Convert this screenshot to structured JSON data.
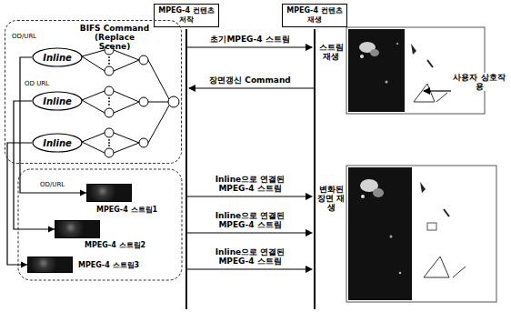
{
  "diagram": {
    "nodes": [
      {
        "text": [
          "MPEG-4 컨텐츠 저작"
        ]
      },
      {
        "text": [
          "MPEG-4 컨텐츠 재생"
        ]
      },
      {
        "text": [
          "BIFS Command (Replace Scene)"
        ]
      },
      {
        "text": [
          "Inline"
        ],
        "in": 2
      },
      {
        "text": [
          "Inline"
        ],
        "in": 2
      },
      {
        "text": [
          "Inline"
        ],
        "in": 2
      },
      {
        "text": [
          "MPEG-4 스트림1"
        ]
      },
      {
        "text": [
          "MPEG-4 스트림2"
        ]
      },
      {
        "text": [
          "MPEG-4 스트림3"
        ]
      }
    ],
    "edges": [
      {
        "from": 3,
        "to": 6,
        "arrow": "to"
      },
      {
        "from": 4,
        "to": 7,
        "arrow": "to"
      },
      {
        "from": 5,
        "to": 8,
        "arrow": "to"
      }
    ],
    "labels": [
      "OD/URL",
      "OD URL",
      "OD/URL",
      "초기MPEG-4 스트림",
      "장면갱신 Command",
      "Inline으로 연결된 MPEG-4 스트림",
      "Inline으로 연결된 MPEG-4 스트림",
      "Inline으로 연결된 MPEG-4 스트림",
      "스트림 재생",
      "사용자 상호작용",
      "변화된 장면 재생"
    ]
  }
}
